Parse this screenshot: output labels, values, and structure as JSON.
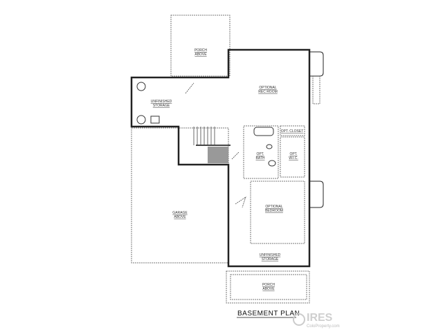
{
  "plan_title": "BASEMENT PLAN",
  "rooms": {
    "porch_top": [
      "PORCH",
      "ABOVE"
    ],
    "storage_left": [
      "UNFINISHED",
      "STORAGE"
    ],
    "rec_room": [
      "OPTIONAL",
      "REC ROOM"
    ],
    "bath": [
      "OPT.",
      "BATH"
    ],
    "closet": "OPT. CLOSET",
    "wic": [
      "OPT.",
      "W.I.C."
    ],
    "garage": [
      "GARAGE",
      "ABOVE"
    ],
    "bedroom": [
      "OPTIONAL",
      "BEDROOM"
    ],
    "storage_bottom": [
      "UNFINISHED",
      "STORAGE"
    ],
    "porch_bottom": [
      "PORCH",
      "ABOVE"
    ]
  },
  "watermark": {
    "brand": "IRES",
    "sub": "ColoProperty.com"
  },
  "colors": {
    "wall": "#222222",
    "dashed": "#777777",
    "background": "#ffffff"
  }
}
